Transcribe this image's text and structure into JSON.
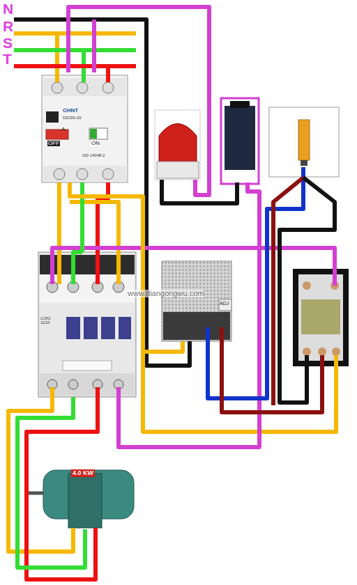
{
  "diagram": {
    "nodes": [
      {
        "text": [
          "CHNT",
          "DZ155-20",
          "OFF",
          "ON",
          "GD 14048.2"
        ]
      },
      {
        "text": [
          "CJX2 1210"
        ]
      },
      {
        "text": [
          "ADJ"
        ]
      },
      {
        "text": [
          "4.0 KW"
        ]
      }
    ],
    "edges": [
      {
        "from": 0,
        "to": 1,
        "arrow": "none"
      },
      {
        "from": 1,
        "to": 3,
        "arrow": "none"
      },
      {
        "from": 0,
        "to": 2,
        "arrow": "none"
      }
    ],
    "labels": [
      "N",
      "R",
      "S",
      "T",
      "A",
      "www.diangongwu.com"
    ]
  }
}
